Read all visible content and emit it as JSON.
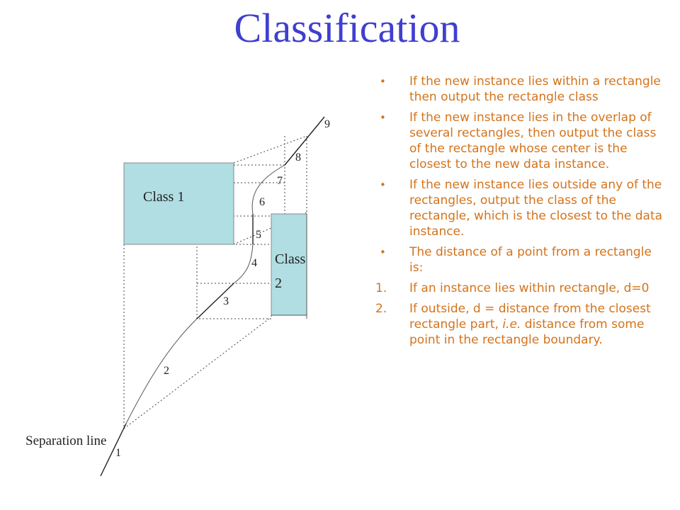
{
  "title": "Classification",
  "diagram": {
    "class1_label": "Class 1",
    "class2_label_line1": "Class",
    "class2_label_line2": "2",
    "separation_label": "Separation line",
    "segment_numbers": [
      "1",
      "2",
      "3",
      "4",
      "5",
      "6",
      "7",
      "8",
      "9"
    ],
    "colors": {
      "rect_fill": "#b0dee2",
      "line": "#222222"
    }
  },
  "bullets": [
    {
      "marker": "•",
      "text": "If the new instance lies within a rectangle then output the rectangle class"
    },
    {
      "marker": "•",
      "text": "If the new instance lies in the overlap of several rectangles, then output the class of the rectangle whose center is the closest to the new data instance."
    },
    {
      "marker": "•",
      "text": "If the new instance lies outside any of the rectangles, output the class of the rectangle, which is the closest to the data instance."
    },
    {
      "marker": "•",
      "text": "The distance of a point from a rectangle is:"
    },
    {
      "marker": "1.",
      "text": "If an instance lies within rectangle, d=0"
    },
    {
      "marker": "2.",
      "text_before": "If outside, d = distance from the closest rectangle part, ",
      "text_italic": "i.e.",
      "text_after": " distance from some point in the rectangle boundary."
    }
  ],
  "colors": {
    "title": "#3f3fd0",
    "bullet_text": "#d4731a"
  }
}
